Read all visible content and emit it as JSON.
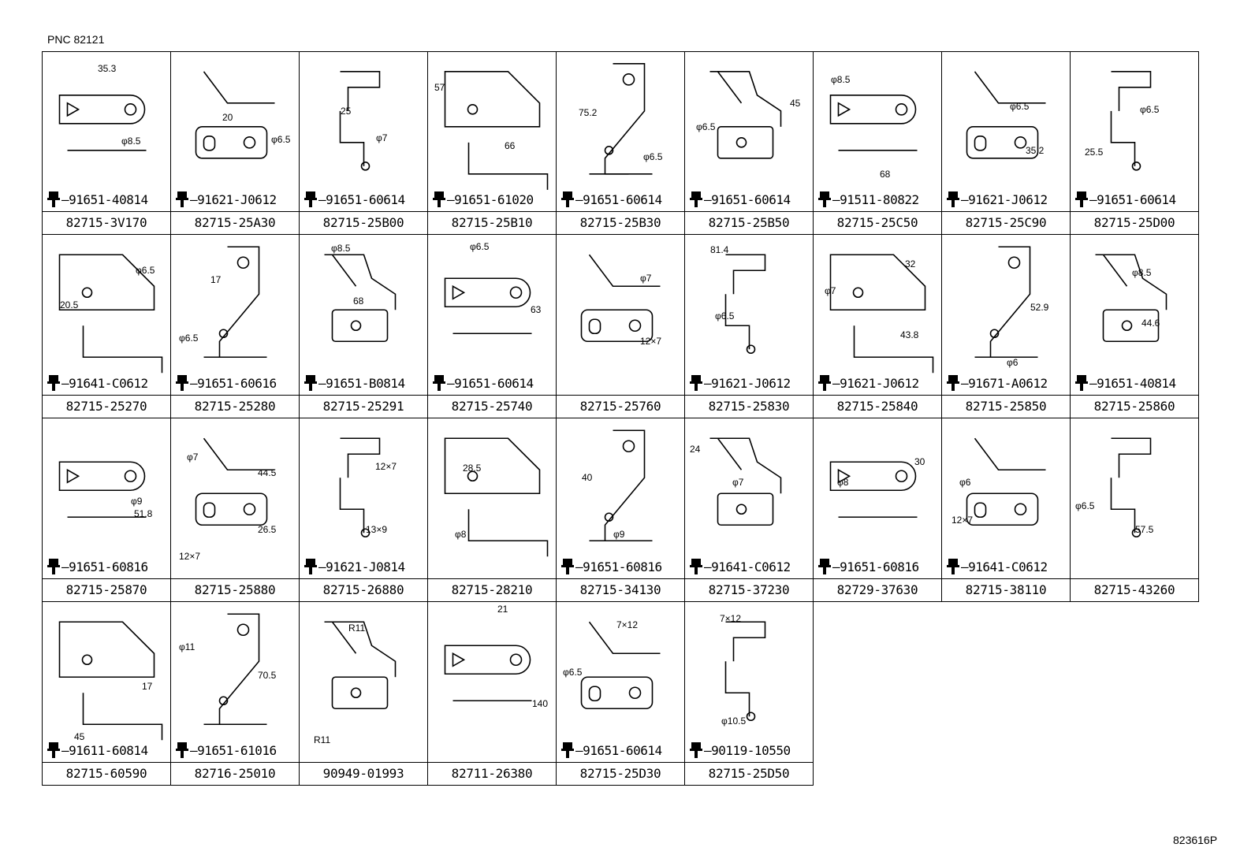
{
  "header": {
    "pnc": "PNC 82121"
  },
  "footer": {
    "ref": "823616P"
  },
  "cells": [
    {
      "pn": "82715-3V170",
      "bolt": "91651-40814",
      "dims": [
        "35.3",
        "φ8.5"
      ]
    },
    {
      "pn": "82715-25A30",
      "bolt": "91621-J0612",
      "dims": [
        "20",
        "φ6.5"
      ]
    },
    {
      "pn": "82715-25B00",
      "bolt": "91651-60614",
      "dims": [
        "25",
        "φ7"
      ]
    },
    {
      "pn": "82715-25B10",
      "bolt": "91651-61020",
      "dims": [
        "57",
        "66"
      ]
    },
    {
      "pn": "82715-25B30",
      "bolt": "91651-60614",
      "dims": [
        "75.2",
        "φ6.5"
      ]
    },
    {
      "pn": "82715-25B50",
      "bolt": "91651-60614",
      "dims": [
        "45",
        "φ6.5"
      ]
    },
    {
      "pn": "82715-25C50",
      "bolt": "91511-80822",
      "dims": [
        "φ8.5",
        "68"
      ]
    },
    {
      "pn": "82715-25C90",
      "bolt": "91621-J0612",
      "dims": [
        "φ6.5",
        "35.2"
      ]
    },
    {
      "pn": "82715-25D00",
      "bolt": "91651-60614",
      "dims": [
        "φ6.5",
        "25.5"
      ]
    },
    {
      "pn": "82715-25270",
      "bolt": "91641-C0612",
      "dims": [
        "φ6.5",
        "20.5"
      ]
    },
    {
      "pn": "82715-25280",
      "bolt": "91651-60616",
      "dims": [
        "17",
        "φ6.5"
      ]
    },
    {
      "pn": "82715-25291",
      "bolt": "91651-B0814",
      "dims": [
        "φ8.5",
        "68"
      ]
    },
    {
      "pn": "82715-25740",
      "bolt": "91651-60614",
      "dims": [
        "φ6.5",
        "63"
      ]
    },
    {
      "pn": "82715-25760",
      "bolt": "",
      "dims": [
        "φ7",
        "12×7"
      ]
    },
    {
      "pn": "82715-25830",
      "bolt": "91621-J0612",
      "dims": [
        "81.4",
        "φ6.5"
      ]
    },
    {
      "pn": "82715-25840",
      "bolt": "91621-J0612",
      "dims": [
        "32",
        "φ7",
        "43.8"
      ]
    },
    {
      "pn": "82715-25850",
      "bolt": "91671-A0612",
      "dims": [
        "52.9",
        "φ6"
      ]
    },
    {
      "pn": "82715-25860",
      "bolt": "91651-40814",
      "dims": [
        "φ8.5",
        "44.6"
      ]
    },
    {
      "pn": "82715-25870",
      "bolt": "91651-60816",
      "dims": [
        "φ9",
        "51.8"
      ]
    },
    {
      "pn": "82715-25880",
      "bolt": "",
      "dims": [
        "φ7",
        "44.5",
        "26.5",
        "12×7"
      ]
    },
    {
      "pn": "82715-26880",
      "bolt": "91621-J0814",
      "dims": [
        "12×7",
        "13×9"
      ]
    },
    {
      "pn": "82715-28210",
      "bolt": "",
      "dims": [
        "28.5",
        "φ8"
      ]
    },
    {
      "pn": "82715-34130",
      "bolt": "91651-60816",
      "dims": [
        "40",
        "φ9"
      ]
    },
    {
      "pn": "82715-37230",
      "bolt": "91641-C0612",
      "dims": [
        "24",
        "φ7"
      ]
    },
    {
      "pn": "82729-37630",
      "bolt": "91651-60816",
      "dims": [
        "30",
        "φ8"
      ]
    },
    {
      "pn": "82715-38110",
      "bolt": "91641-C0612",
      "dims": [
        "φ6",
        "12×7"
      ]
    },
    {
      "pn": "82715-43260",
      "bolt": "",
      "dims": [
        "φ6.5",
        "57.5"
      ]
    },
    {
      "pn": "82715-60590",
      "bolt": "91611-60814",
      "dims": [
        "17",
        "45"
      ]
    },
    {
      "pn": "82716-25010",
      "bolt": "91651-61016",
      "dims": [
        "φ11",
        "70.5"
      ]
    },
    {
      "pn": "90949-01993",
      "bolt": "",
      "dims": [
        "R11",
        "R11"
      ]
    },
    {
      "pn": "82711-26380",
      "bolt": "",
      "dims": [
        "21",
        "140"
      ]
    },
    {
      "pn": "82715-25D30",
      "bolt": "91651-60614",
      "dims": [
        "7×12",
        "φ6.5"
      ]
    },
    {
      "pn": "82715-25D50",
      "bolt": "90119-10550",
      "dims": [
        "7×12",
        "φ10.5"
      ]
    }
  ]
}
